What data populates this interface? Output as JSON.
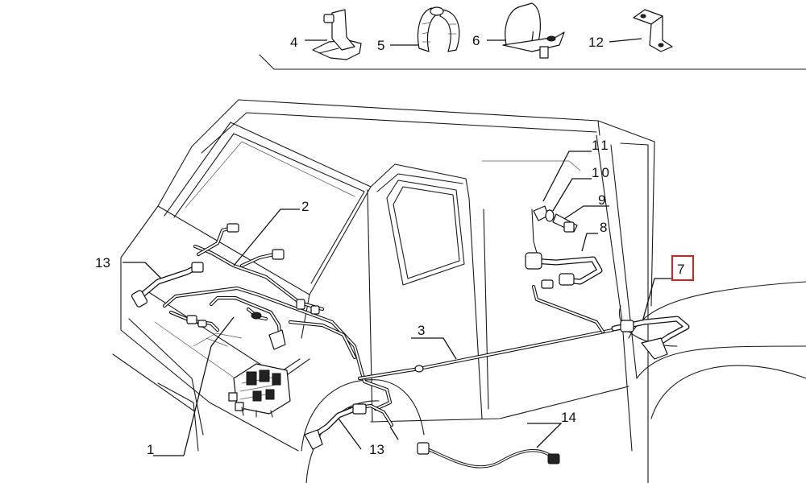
{
  "diagram": {
    "callouts": {
      "c1": "1",
      "c2": "2",
      "c3": "3",
      "c4": "4",
      "c5": "5",
      "c6": "6",
      "c7": "7",
      "c8": "8",
      "c9": "9",
      "c10": "10",
      "c11": "11",
      "c12": "12",
      "c13a": "13",
      "c13b": "13",
      "c14": "14"
    },
    "highlighted_callout": "7",
    "colors": {
      "highlight": "#d42020",
      "line": "#111111",
      "background": "#ffffff"
    }
  }
}
